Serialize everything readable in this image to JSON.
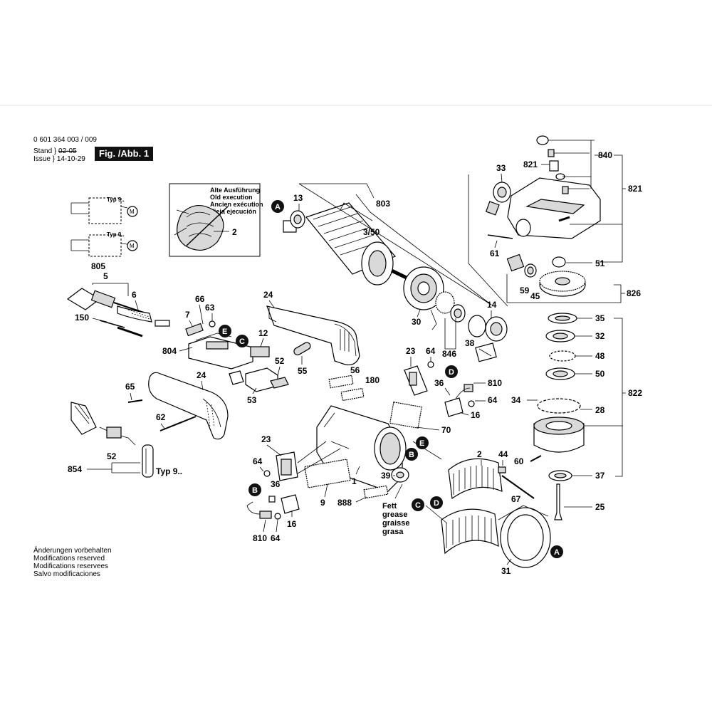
{
  "header": {
    "doc_number": "0 601 364 003 / 009",
    "stand_label": "Stand",
    "stand_value": "02-05",
    "issue_label": "Issue",
    "issue_value": "14-10-29",
    "figure_label": "Fig. /Abb. 1"
  },
  "notice": [
    "Änderungen vorbehalten",
    "Modifications reserved",
    "Modifications reservees",
    "Salvo modificaciones"
  ],
  "inset": {
    "lines": [
      "Alte Ausführung",
      "Old execution",
      "Ancien exécution",
      "Vieja ejecución"
    ]
  },
  "grease_note": [
    "Fett",
    "grease",
    "graisse",
    "grasa"
  ],
  "wiring": {
    "typ_a": "Typ 9..",
    "typ_b": "Typ 0..",
    "motor": "M"
  },
  "typ_note": "Typ 9..",
  "markers": {
    "A": "A",
    "B": "B",
    "C": "C",
    "D": "D",
    "E": "E"
  },
  "parts": {
    "p1": "1",
    "p2": "2",
    "p5": "5",
    "p6": "6",
    "p7": "7",
    "p9": "9",
    "p12": "12",
    "p13": "13",
    "p14": "14",
    "p16": "16",
    "p23": "23",
    "p24": "24",
    "p25": "25",
    "p28": "28",
    "p30": "30",
    "p31": "31",
    "p32": "32",
    "p33": "33",
    "p34": "34",
    "p35": "35",
    "p36": "36",
    "p37": "37",
    "p38": "38",
    "p39": "39",
    "p44": "44",
    "p45": "45",
    "p48": "48",
    "p50": "50",
    "p51": "51",
    "p52": "52",
    "p53": "53",
    "p55": "55",
    "p56": "56",
    "p59": "59",
    "p60": "60",
    "p61": "61",
    "p62": "62",
    "p63": "63",
    "p64": "64",
    "p65": "65",
    "p66": "66",
    "p67": "67",
    "p70": "70",
    "p150": "150",
    "p180": "180",
    "p350": "3/50",
    "p803": "803",
    "p804": "804",
    "p805": "805",
    "p810": "810",
    "p821": "821",
    "p822": "822",
    "p826": "826",
    "p840": "840",
    "p846": "846",
    "p854": "854",
    "p888": "888"
  }
}
